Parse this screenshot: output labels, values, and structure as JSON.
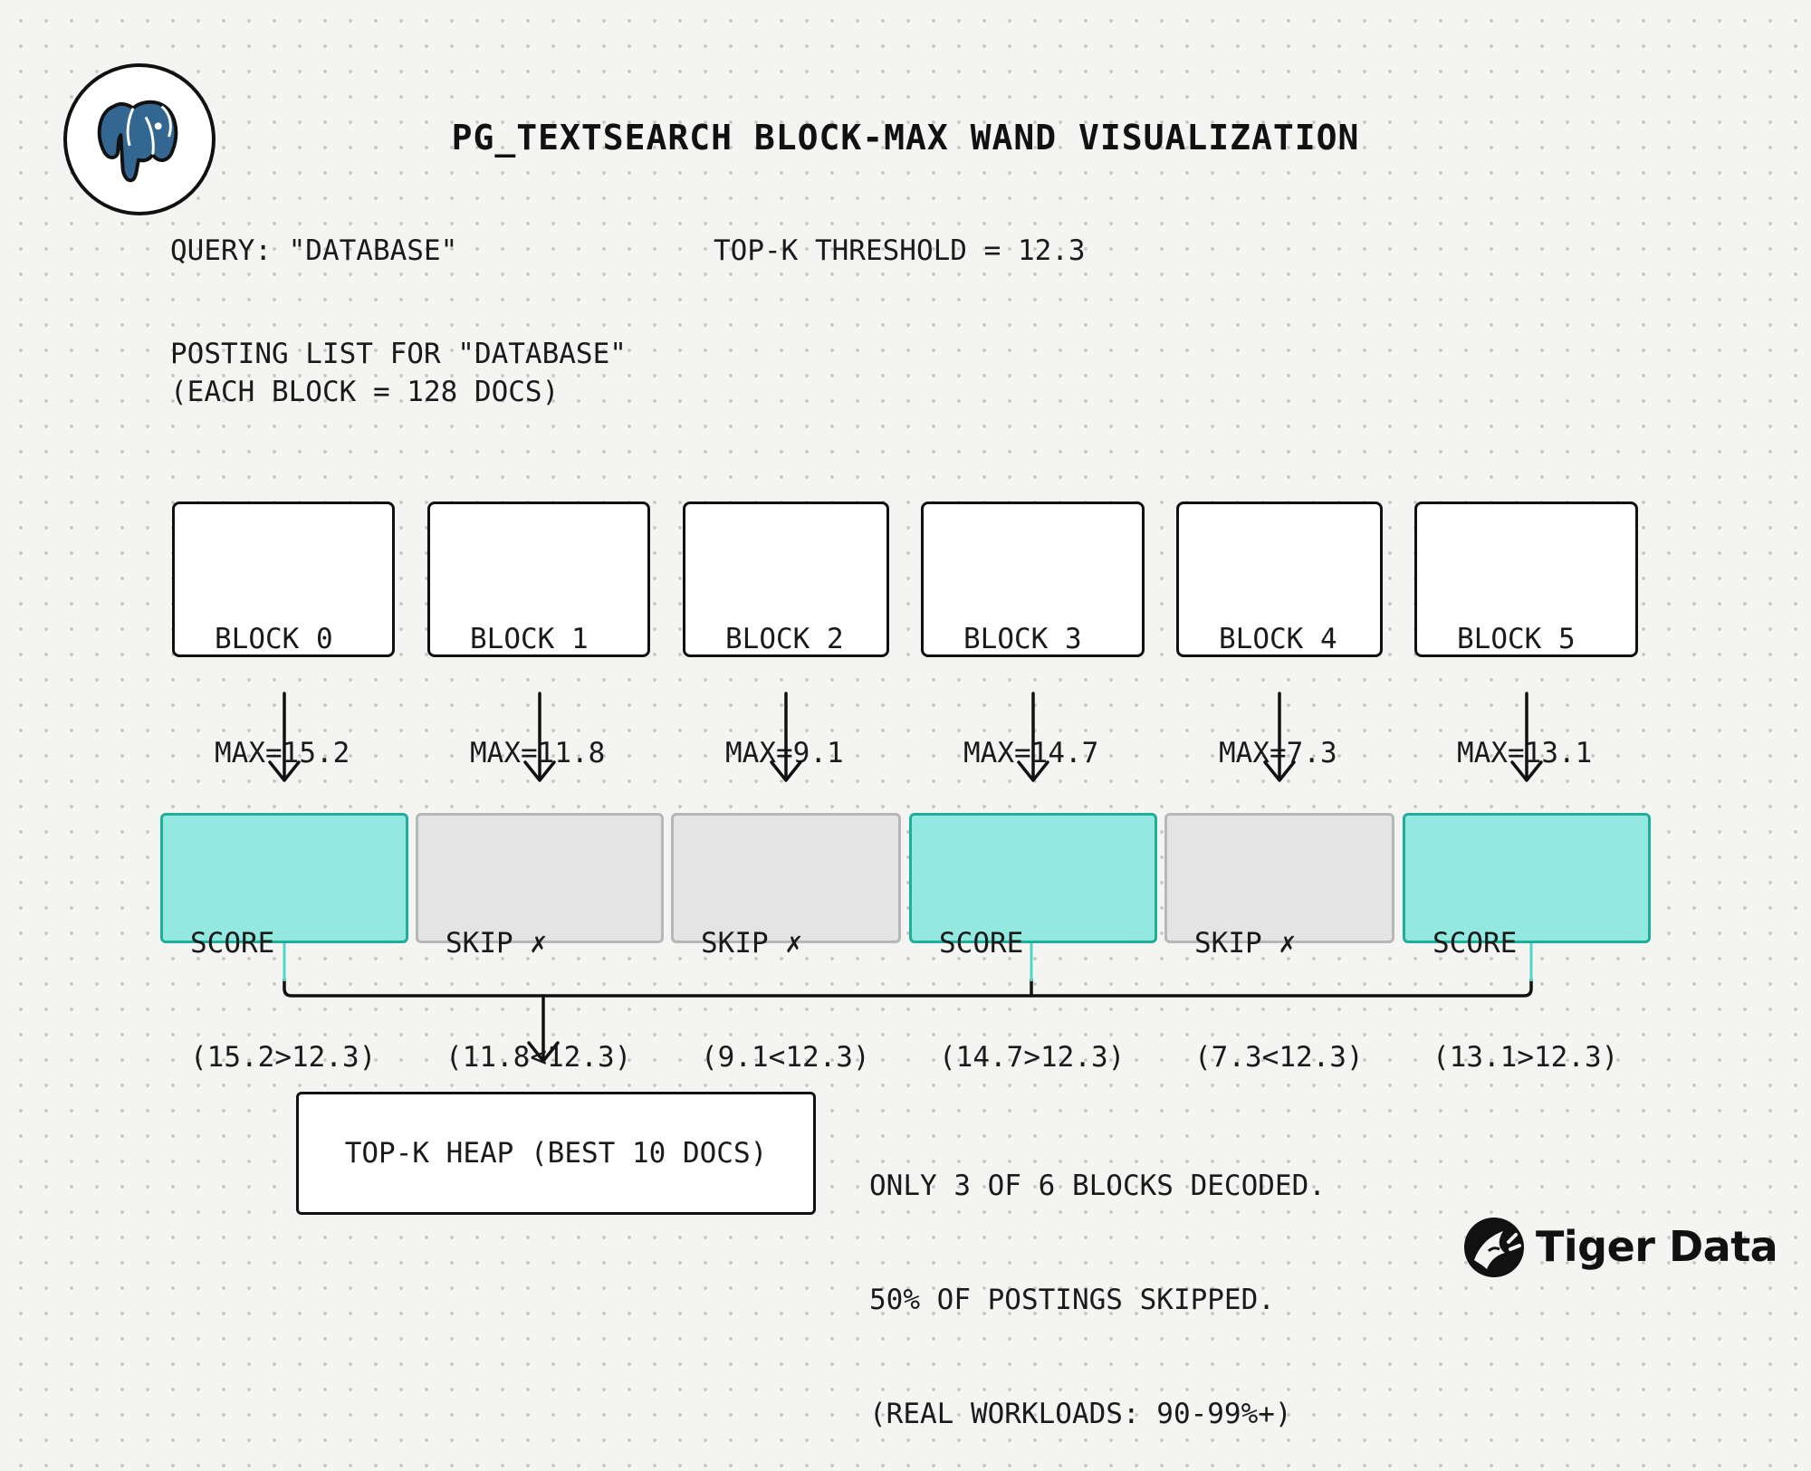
{
  "title": "PG_TEXTSEARCH BLOCK-MAX WAND VISUALIZATION",
  "query_label": "QUERY: \"DATABASE\"",
  "threshold_label": "TOP-K THRESHOLD = 12.3",
  "posting_title": "POSTING LIST FOR \"DATABASE\"",
  "posting_subtitle": "(EACH BLOCK = 128 DOCS)",
  "blocks": [
    {
      "name": "BLOCK 0",
      "max": "MAX=15.2"
    },
    {
      "name": "BLOCK 1",
      "max": "MAX=11.8"
    },
    {
      "name": "BLOCK 2",
      "max": "MAX=9.1"
    },
    {
      "name": "BLOCK 3",
      "max": "MAX=14.7"
    },
    {
      "name": "BLOCK 4",
      "max": "MAX=7.3"
    },
    {
      "name": "BLOCK 5",
      "max": "MAX=13.1"
    }
  ],
  "results": [
    {
      "action": "SCORE",
      "detail": "(15.2>12.3)",
      "status": "score"
    },
    {
      "action": "SKIP ✗",
      "detail": "(11.8<12.3)",
      "status": "skip"
    },
    {
      "action": "SKIP ✗",
      "detail": "(9.1<12.3)",
      "status": "skip"
    },
    {
      "action": "SCORE",
      "detail": "(14.7>12.3)",
      "status": "score"
    },
    {
      "action": "SKIP ✗",
      "detail": "(7.3<12.3)",
      "status": "skip"
    },
    {
      "action": "SCORE",
      "detail": "(13.1>12.3)",
      "status": "score"
    }
  ],
  "heap_label": "TOP-K HEAP (BEST 10 DOCS)",
  "notes": [
    "ONLY 3 OF 6 BLOCKS DECODED.",
    "50% OF POSTINGS SKIPPED.",
    "(REAL WORKLOADS: 90-99%+)"
  ],
  "brand_name": "Tiger Data",
  "logo_icon": "postgresql-elephant-icon",
  "brand_icon": "tiger-data-logo-icon",
  "colors": {
    "score_fill": "#93e9df",
    "score_border": "#1fae9a",
    "skip_fill": "#e4e4e4",
    "skip_border": "#b7b7b7",
    "elephant_blue": "#336791"
  }
}
